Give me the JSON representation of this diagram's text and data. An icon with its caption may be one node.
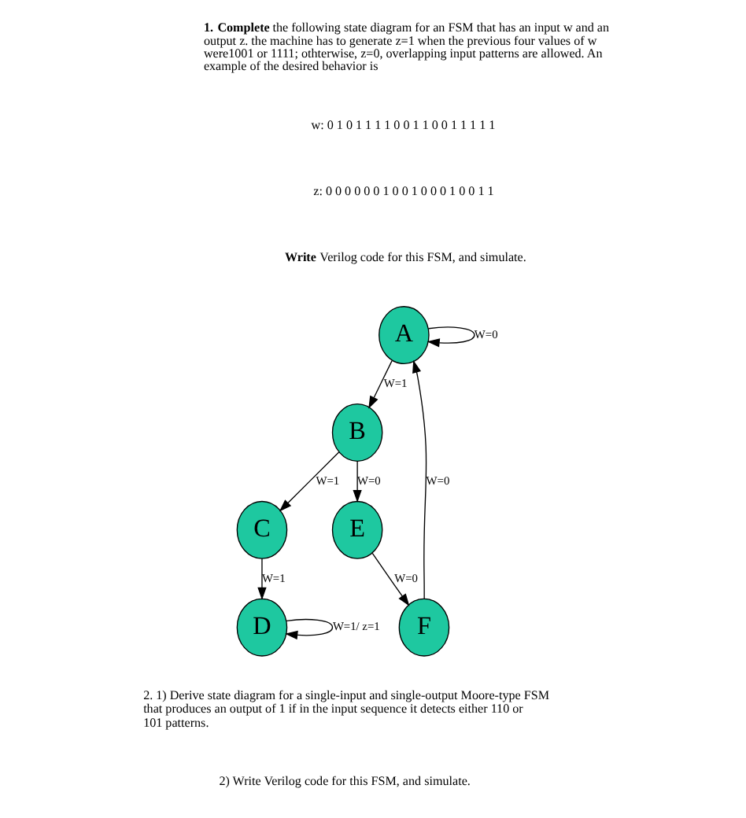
{
  "diagram": {
    "nodes": [
      {
        "text": [
          "A"
        ]
      },
      {
        "text": [
          "B"
        ]
      },
      {
        "text": [
          "E"
        ]
      },
      {
        "text": [
          "C"
        ]
      },
      {
        "text": [
          "F"
        ]
      },
      {
        "text": [
          "D"
        ]
      }
    ],
    "edges": [
      {
        "from": 0,
        "to": 0,
        "arrow": "to",
        "label": "W=0"
      },
      {
        "from": 0,
        "to": 1,
        "arrow": "to",
        "label": "W=1"
      },
      {
        "from": 1,
        "to": 2,
        "arrow": "to",
        "label": "W=0"
      },
      {
        "from": 1,
        "to": 3,
        "arrow": "to",
        "label": "W=1"
      },
      {
        "from": 2,
        "to": 4,
        "arrow": "to",
        "label": "W=0"
      },
      {
        "from": 4,
        "to": 0,
        "arrow": "to",
        "label": "W=0"
      },
      {
        "from": 3,
        "to": 5,
        "arrow": "to",
        "label": "W=1"
      },
      {
        "from": 5,
        "to": 5,
        "arrow": "to",
        "label": "W=1/ z=1"
      }
    ],
    "labels": [
      "**1. Complete** the following state diagram for an FSM that has an input w and an output z. the machine has to generate z=1 when the previous four values of w were1001 or 1111; othterwise, z=0, overlapping input patterns are allowed. An example of the desired behavior is",
      "w: 0 1 0 1 1 1 1 0 0 1 1 0 0 1 1 1 1 1",
      "z: 0 0 0 0 0 0 1 0 0 1 0 0 0 1 0 0 1 1",
      "**Write** Verilog code for this FSM, and simulate.",
      "2. 1) Derive state diagram for a single-input and single-output Moore-type FSM that produces an output of 1 if in the input sequence it detects either 110 or 101 patterns.",
      "2) Write Verilog code for this FSM, and simulate."
    ]
  }
}
